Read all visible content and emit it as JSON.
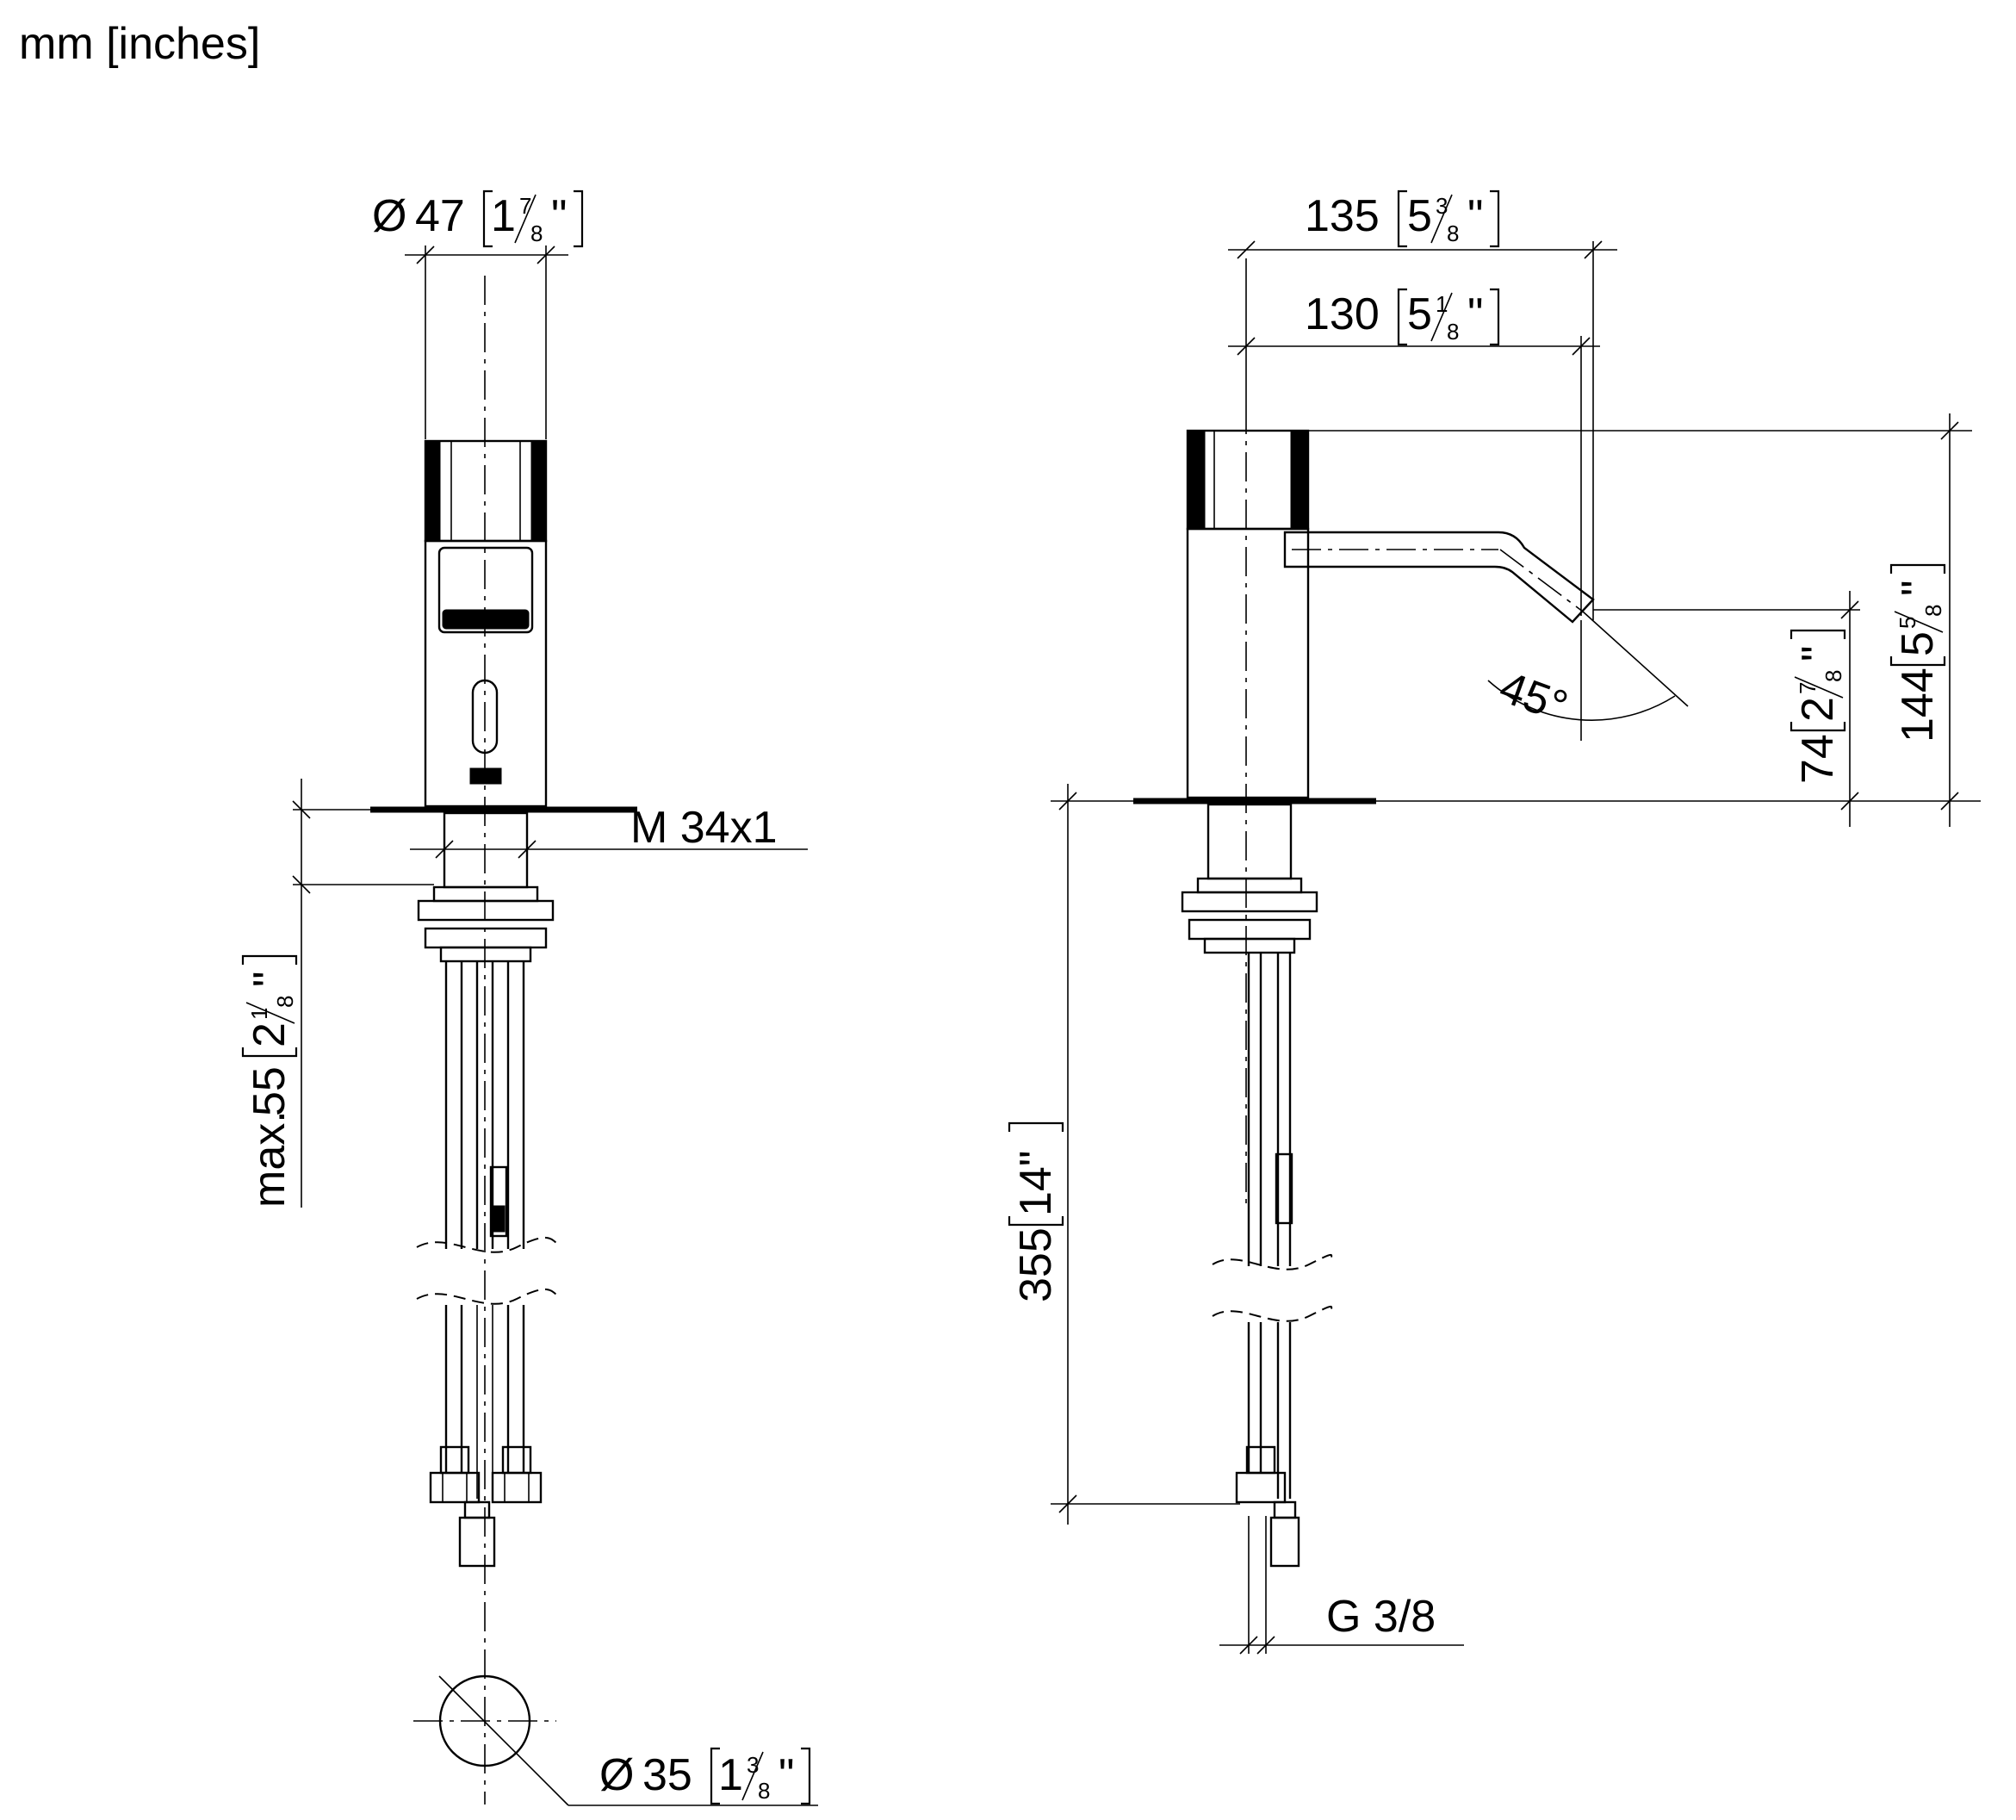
{
  "units_label": "mm [inches]",
  "dimensions": {
    "front_diameter": {
      "symbol": "Ø",
      "mm": "47",
      "whole": "1",
      "num": "7",
      "den": "8",
      "mark": "\""
    },
    "install_height": {
      "prefix": "max.",
      "mm": "55",
      "whole": "2",
      "num": "1",
      "den": "8",
      "mark": "\""
    },
    "thread": {
      "text": "M 34x1"
    },
    "hole_diameter": {
      "symbol": "Ø",
      "mm": "35",
      "whole": "1",
      "num": "3",
      "den": "8",
      "mark": "\""
    },
    "projection_total": {
      "mm": "135",
      "whole": "5",
      "num": "3",
      "den": "8",
      "mark": "\""
    },
    "projection_outlet": {
      "mm": "130",
      "whole": "5",
      "num": "1",
      "den": "8",
      "mark": "\""
    },
    "spout_angle": {
      "text": "45°"
    },
    "outlet_height": {
      "mm": "74",
      "whole": "2",
      "num": "7",
      "den": "8",
      "mark": "\""
    },
    "total_height": {
      "mm": "144",
      "whole": "5",
      "num": "5",
      "den": "8",
      "mark": "\""
    },
    "hose_length": {
      "mm": "355",
      "inch": "14\""
    },
    "connection": {
      "text": "G 3/8"
    }
  }
}
